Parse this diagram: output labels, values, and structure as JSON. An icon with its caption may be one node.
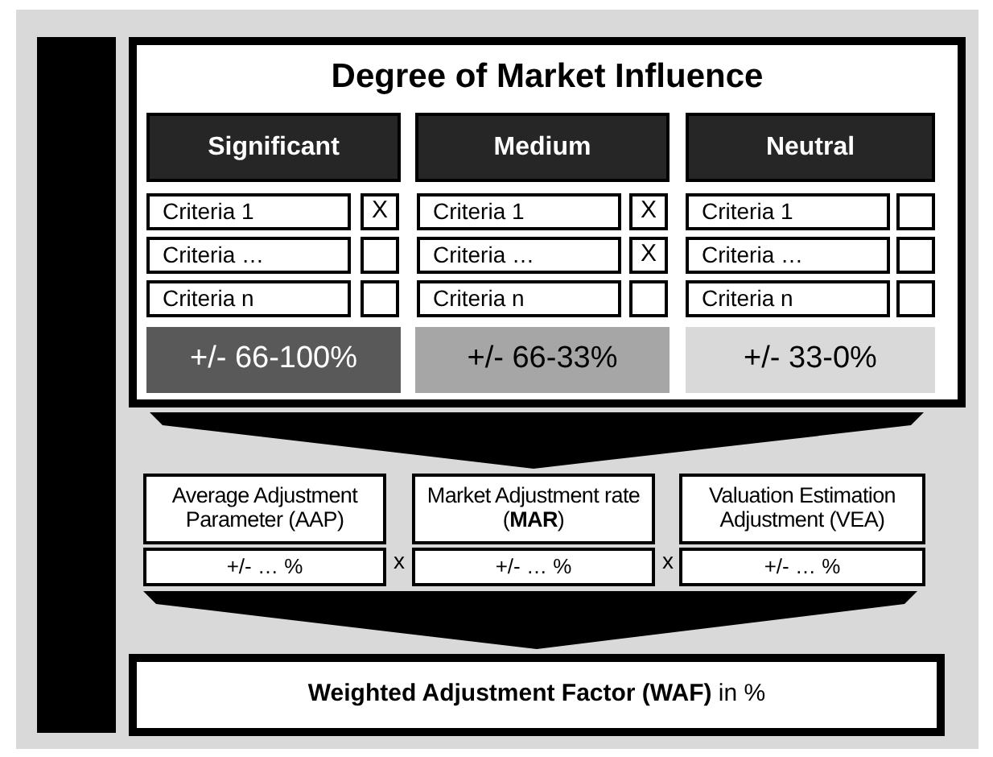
{
  "diagram": {
    "nodes": [
      {
        "text": [
          "Degree of Market Influence"
        ]
      },
      {
        "text": [
          "Significant"
        ],
        "in": 0
      },
      {
        "text": [
          "Medium"
        ],
        "in": 0
      },
      {
        "text": [
          "Neutral"
        ],
        "in": 0
      },
      {
        "text": [
          "Criteria 1"
        ],
        "in": 0
      },
      {
        "text": [
          "X"
        ],
        "in": 0
      },
      {
        "text": [
          "Criteria 1"
        ],
        "in": 0
      },
      {
        "text": [
          "X"
        ],
        "in": 0
      },
      {
        "text": [
          "Criteria 1"
        ],
        "in": 0
      },
      {
        "text": [],
        "shape": "box",
        "in": 0
      },
      {
        "text": [
          "Criteria …"
        ],
        "in": 0
      },
      {
        "text": [],
        "shape": "box",
        "in": 0
      },
      {
        "text": [
          "Criteria …"
        ],
        "in": 0
      },
      {
        "text": [
          "X"
        ],
        "in": 0
      },
      {
        "text": [
          "Criteria …"
        ],
        "in": 0
      },
      {
        "text": [],
        "shape": "box",
        "in": 0
      },
      {
        "text": [
          "Criteria n"
        ],
        "in": 0
      },
      {
        "text": [],
        "shape": "box",
        "in": 0
      },
      {
        "text": [
          "Criteria n"
        ],
        "in": 0
      },
      {
        "text": [],
        "shape": "box",
        "in": 0
      },
      {
        "text": [
          "Criteria n"
        ],
        "in": 0
      },
      {
        "text": [],
        "shape": "box",
        "in": 0
      },
      {
        "text": [
          "+/- 66-100%"
        ],
        "in": 0
      },
      {
        "text": [
          "+/- 66-33%"
        ],
        "in": 0
      },
      {
        "text": [
          "+/- 33-0%"
        ],
        "in": 0
      },
      {
        "text": [
          "Average Adjustment Parameter (AAP)",
          "+/- … %"
        ]
      },
      {
        "text": [
          "Market Adjustment rate (**MAR**)",
          "+/- … %"
        ]
      },
      {
        "text": [
          "Valuation Estimation Adjustment (VEA)",
          "+/- … %"
        ]
      },
      {
        "text": [
          "**Weighted Adjustment Factor (WAF)** in %"
        ]
      },
      {
        "text": [],
        "shape": "bar"
      }
    ],
    "edges": [
      {
        "from": 0,
        "to": 26,
        "arrow": "to"
      },
      {
        "from": 26,
        "to": 28,
        "arrow": "to"
      }
    ],
    "labels": [
      "x",
      "x"
    ]
  }
}
